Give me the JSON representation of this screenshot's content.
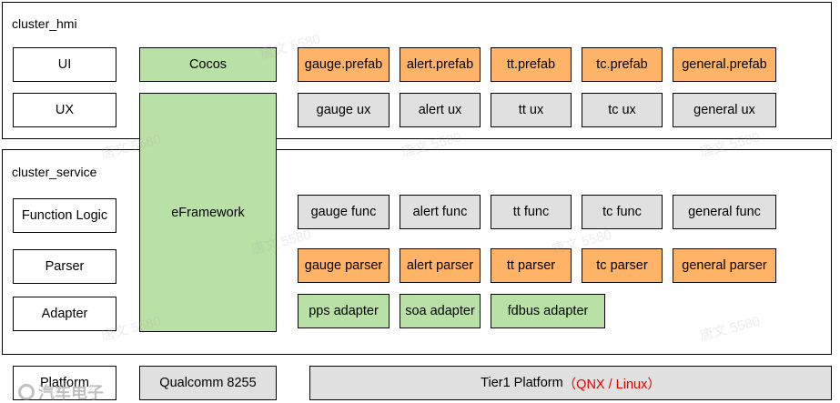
{
  "layers": {
    "hmi_title": "cluster_hmi",
    "service_title": "cluster_service"
  },
  "left_labels": {
    "ui": "UI",
    "ux": "UX",
    "function_logic": "Function Logic",
    "parser": "Parser",
    "adapter": "Adapter",
    "platform": "Platform"
  },
  "framework": {
    "cocos": "Cocos",
    "eframework": "eFramework"
  },
  "prefab_row": [
    "gauge.prefab",
    "alert.prefab",
    "tt.prefab",
    "tc.prefab",
    "general.prefab"
  ],
  "ux_row": [
    "gauge ux",
    "alert ux",
    "tt ux",
    "tc ux",
    "general ux"
  ],
  "func_row": [
    "gauge func",
    "alert func",
    "tt func",
    "tc func",
    "general func"
  ],
  "parser_row": [
    "gauge parser",
    "alert parser",
    "tt parser",
    "tc parser",
    "general parser"
  ],
  "adapter_row": [
    "pps adapter",
    "soa adapter",
    "fdbus adapter"
  ],
  "platform": {
    "soc": "Qualcomm 8255",
    "tier1": "Tier1 Platform",
    "tier1_os": "（QNX / Linux）"
  },
  "watermarks": [
    "唐文 5580",
    "唐文 5580",
    "唐文 5580",
    "唐文 5580",
    "唐文 5580",
    "唐文 5580",
    "唐文 5580",
    "唐文 5580"
  ],
  "logo_text": "汽车电子",
  "colors": {
    "green": "#b9e0a5",
    "orange": "#ffb366",
    "gray": "#e0e0e0",
    "tier1_os_text": "#e00000"
  }
}
